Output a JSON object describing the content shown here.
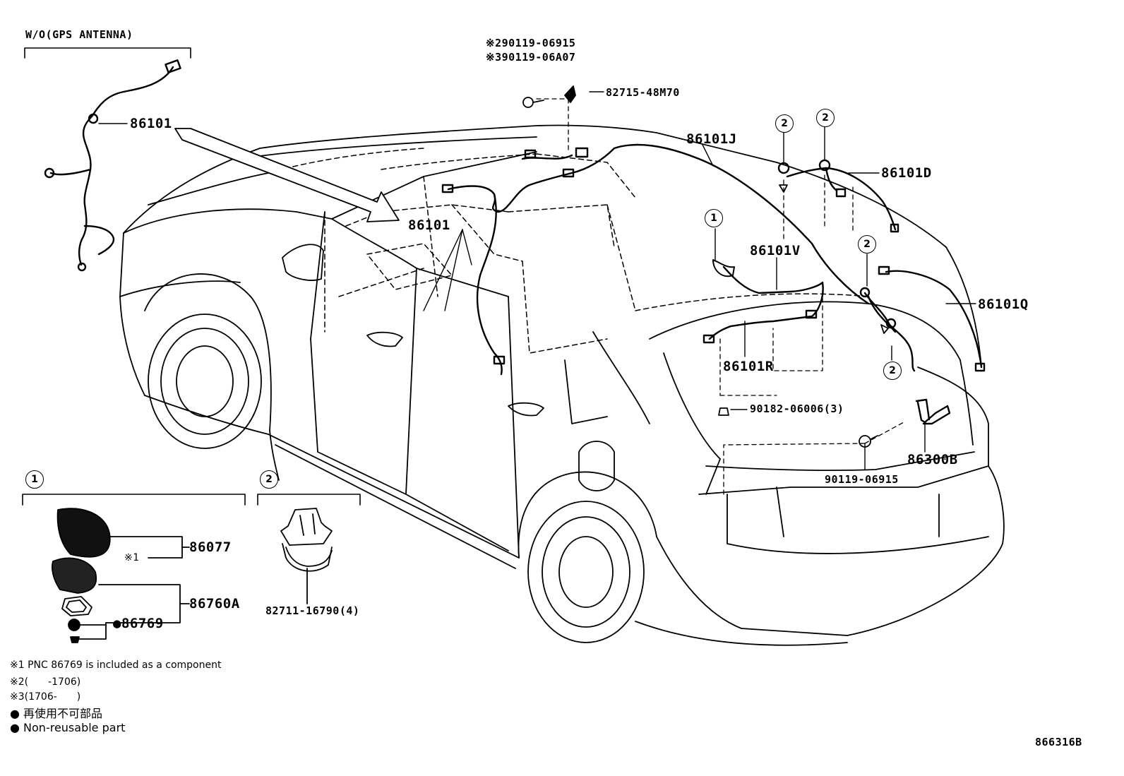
{
  "labels": {
    "wo_gps": "W/O(GPS ANTENNA)",
    "p86101_a": "86101",
    "p86101_b": "86101",
    "p86101j": "86101J",
    "p86101d": "86101D",
    "p86101v": "86101V",
    "p86101q": "86101Q",
    "p86101r": "86101R",
    "p90119_06915_top": "※290119-06915",
    "p90119_06a07": "※390119-06A07",
    "p82715": "82715-48M70",
    "p90182": "90182-06006(3)",
    "p86300b": "86300B",
    "p90119_06915_bot": "90119-06915",
    "p86077": "86077",
    "p86760a": "86760A",
    "p86769": "●86769",
    "star1": "※1",
    "p82711": "82711-16790(4)",
    "circle1": "1",
    "circle2": "2"
  },
  "notes": [
    "※1 PNC 86769 is included as a component",
    "※2(　　-1706)",
    "※3(1706-　　)",
    "● 再使用不可部品",
    "● Non-reusable part"
  ],
  "figure_id": "866316B"
}
